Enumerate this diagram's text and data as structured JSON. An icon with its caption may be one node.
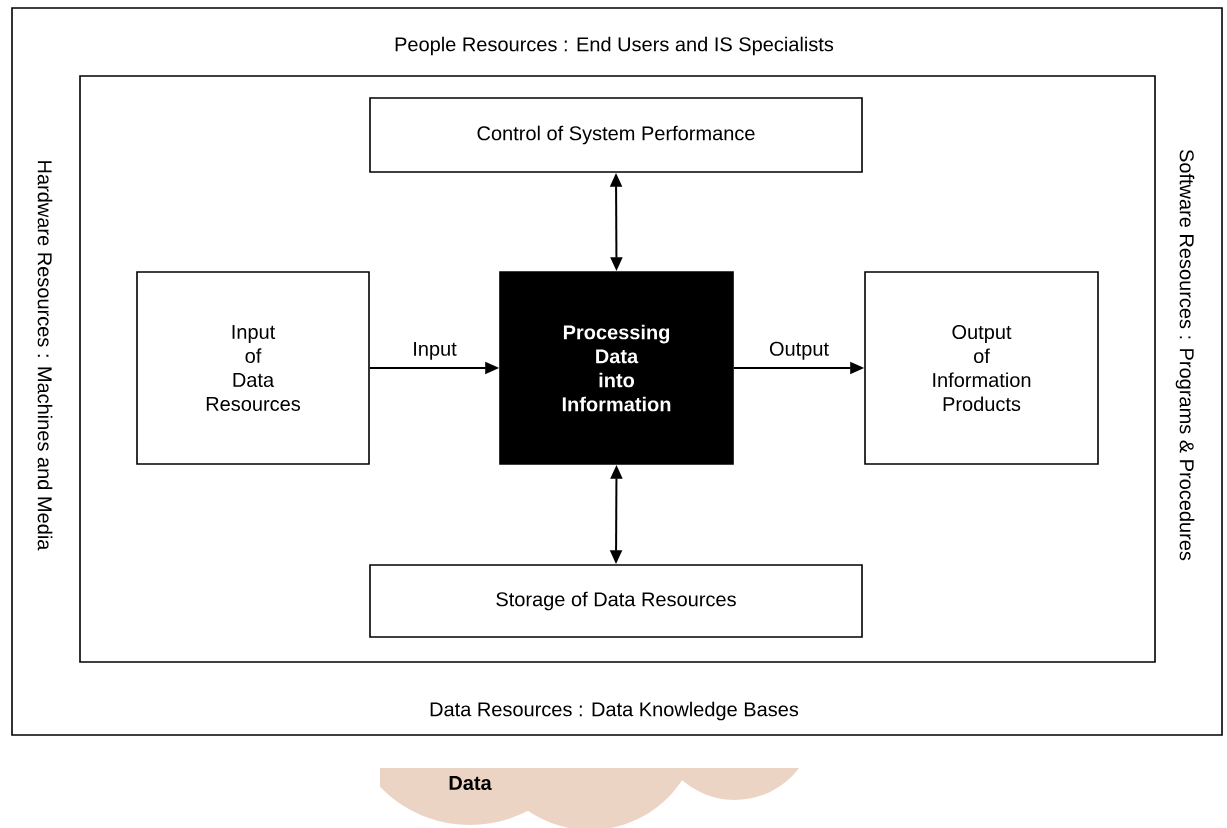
{
  "diagram": {
    "nodes": [
      {
        "text": [
          "People Resources :  End Users and IS Specialists",
          "Hardware Resources :  Machines and Media",
          "Software Resources :  Programs &  Procedures",
          "Data Resources :  Data Knowledge Bases"
        ]
      },
      {
        "text": [],
        "shape": "box",
        "in": 0
      },
      {
        "text": [
          "Control of System Performance"
        ],
        "in": 1
      },
      {
        "text": [
          "Input of Data Resources"
        ],
        "in": 1
      },
      {
        "text": [
          "Processing Data into Information"
        ],
        "in": 1
      },
      {
        "text": [
          "Output of Information Products"
        ],
        "in": 1
      },
      {
        "text": [
          "Storage of Data Resources"
        ],
        "in": 1
      },
      {
        "text": [
          "Data"
        ]
      }
    ],
    "edges": [
      {
        "from": 3,
        "to": 4,
        "arrow": "to",
        "label": "Input"
      },
      {
        "from": 4,
        "to": 5,
        "arrow": "to",
        "label": "Output"
      },
      {
        "from": 2,
        "to": 4,
        "arrow": "both"
      },
      {
        "from": 4,
        "to": 6,
        "arrow": "both"
      }
    ]
  }
}
